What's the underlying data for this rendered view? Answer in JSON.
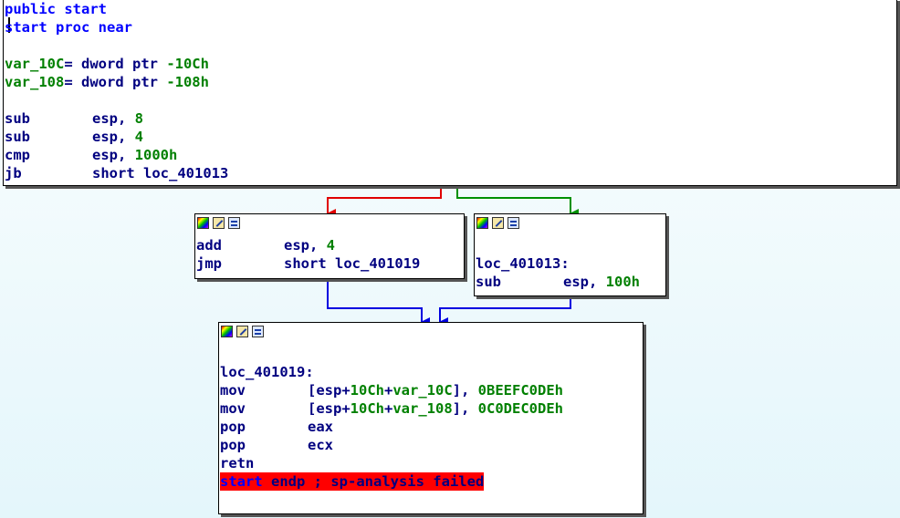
{
  "colors": {
    "edge_false": "#e00000",
    "edge_true": "#009000",
    "edge_jump": "#0000e0",
    "error_bg": "#ff0000"
  },
  "icons": [
    "color-icon",
    "edit-icon",
    "graph-icon"
  ],
  "block1": {
    "header1_kw": "public",
    "header1_name": "start",
    "header2_name": "start",
    "header2_kw": "proc near",
    "var1_name": "var_10C",
    "var1_eq": "= dword ptr ",
    "var1_val": "-10Ch",
    "var2_name": "var_108",
    "var2_eq": "= dword ptr ",
    "var2_val": "-108h",
    "i1_mn": "sub",
    "i1_reg": "esp, ",
    "i1_num": "8",
    "i2_mn": "sub",
    "i2_reg": "esp, ",
    "i2_num": "4",
    "i3_mn": "cmp",
    "i3_reg": "esp, ",
    "i3_num": "1000h",
    "i4_mn": "jb",
    "i4_op": "short loc_401013"
  },
  "block2": {
    "i1_mn": "add",
    "i1_reg": "esp, ",
    "i1_num": "4",
    "i2_mn": "jmp",
    "i2_op": "short loc_401019"
  },
  "block3": {
    "label": "loc_401013:",
    "i1_mn": "sub",
    "i1_reg": "esp, ",
    "i1_num": "100h"
  },
  "block4": {
    "label": "loc_401019:",
    "i1_mn": "mov",
    "i1_a": "[esp+",
    "i1_b": "10Ch",
    "i1_c": "+",
    "i1_d": "var_10C",
    "i1_e": "], ",
    "i1_f": "0BEEFC0DEh",
    "i2_mn": "mov",
    "i2_a": "[esp+",
    "i2_b": "10Ch",
    "i2_c": "+",
    "i2_d": "var_108",
    "i2_e": "], ",
    "i2_f": "0C0DEC0DEh",
    "i3_mn": "pop",
    "i3_op": "eax",
    "i4_mn": "pop",
    "i4_op": "ecx",
    "i5_mn": "retn",
    "end_kw": "start",
    "end_rest": " endp ; sp-analysis failed"
  }
}
